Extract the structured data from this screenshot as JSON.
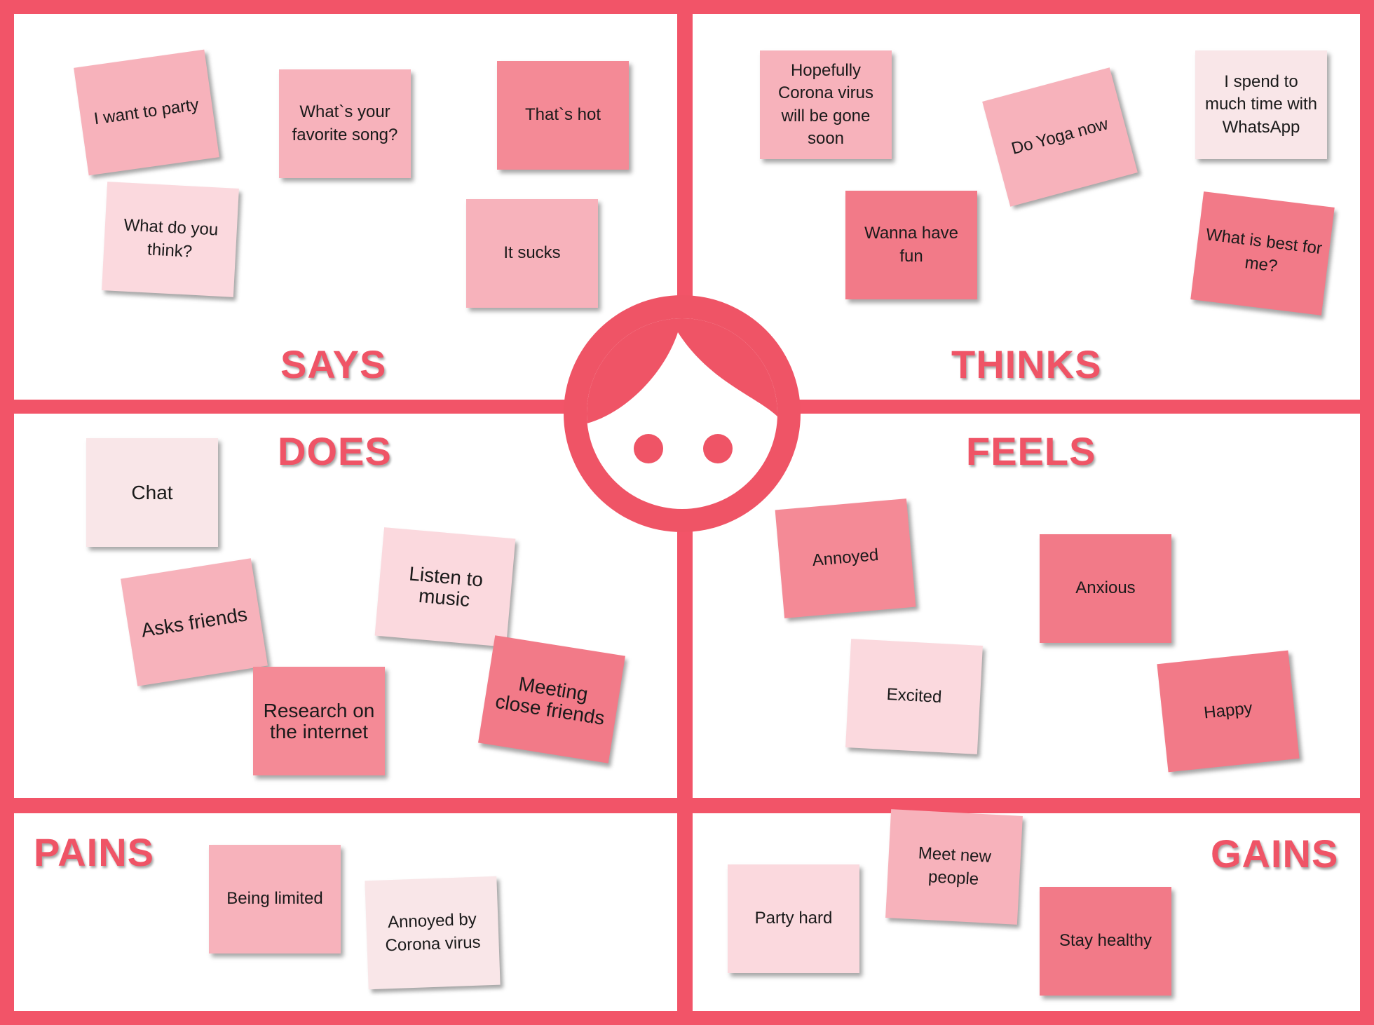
{
  "quadrants": {
    "says": "SAYS",
    "thinks": "THINKS",
    "does": "DOES",
    "feels": "FEELS",
    "pains": "PAINS",
    "gains": "GAINS"
  },
  "notes": {
    "says": [
      "I want to party",
      "What`s your favorite song?",
      "That`s hot",
      "What do you think?",
      "It sucks"
    ],
    "thinks": [
      "Hopefully Corona virus will be gone soon",
      "Do Yoga now",
      "I spend to much time with WhatsApp",
      "Wanna have fun",
      "What is best for me?"
    ],
    "does": [
      "Chat",
      "Asks friends",
      "Listen to music",
      "Research on the internet",
      "Meeting close friends"
    ],
    "feels": [
      "Annoyed",
      "Anxious",
      "Excited",
      "Happy"
    ],
    "pains": [
      "Being limited",
      "Annoyed by Corona virus"
    ],
    "gains": [
      "Meet new people",
      "Party hard",
      "Stay healthy"
    ]
  },
  "colors": {
    "accent": "#f25468",
    "note_palest": "#f9e6e8",
    "note_pale": "#fbd9de",
    "note_light": "#f7b2bb",
    "note_medium": "#f48a96",
    "note_strong": "#f27a88"
  },
  "icons": [
    "person-face-icon"
  ]
}
